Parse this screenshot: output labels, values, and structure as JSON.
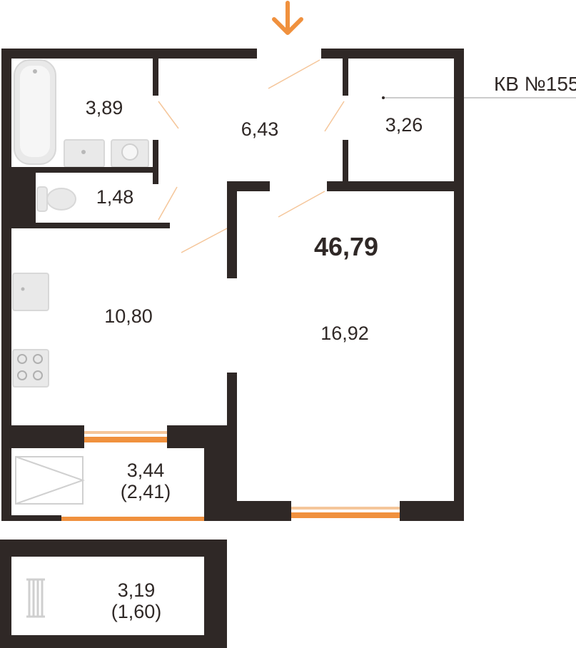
{
  "apartment_label": "КВ №155",
  "total_area": "46,79",
  "rooms": {
    "bathroom": "3,89",
    "hallway": "6,43",
    "storage": "3,26",
    "toilet": "1,48",
    "kitchen": "10,80",
    "living_room": "16,92",
    "balcony_area": "3,44",
    "balcony_reduced": "(2,41)",
    "loggia_area": "3,19",
    "loggia_reduced": "(1,60)"
  },
  "colors": {
    "wall": "#2f2826",
    "accent": "#f0913e",
    "fixture": "#e7e7e7",
    "door_swing": "#f5c69a"
  },
  "icons": {
    "entrance": "entrance-arrow-icon"
  }
}
